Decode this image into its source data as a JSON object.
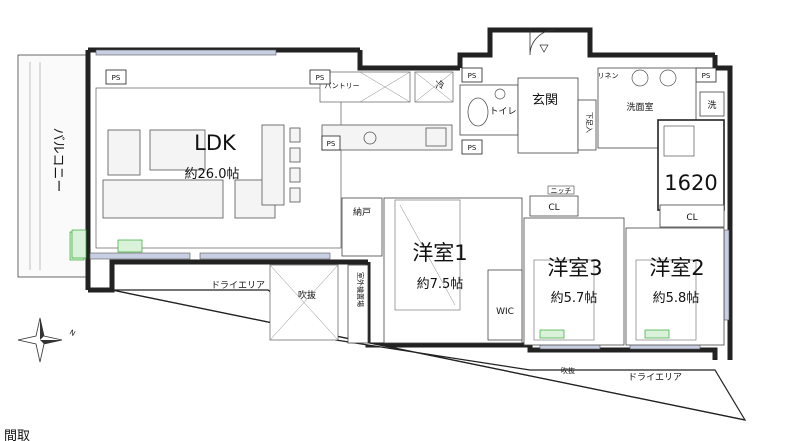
{
  "rooms": {
    "ldk": {
      "name": "LDK",
      "size": "約26.0帖"
    },
    "room1": {
      "name": "洋室1",
      "size": "約7.5帖"
    },
    "room2": {
      "name": "洋室2",
      "size": "約5.8帖"
    },
    "room3": {
      "name": "洋室3",
      "size": "約5.7帖"
    },
    "bath": "1620"
  },
  "labels": {
    "balcony": "バルコニー",
    "entrance": "玄関",
    "toilet": "トイレ",
    "washroom": "洗面室",
    "wash": "洗",
    "storage": "納戸",
    "wic": "WIC",
    "cl": "CL",
    "dry_area": "ドライエリア",
    "void": "吹抜",
    "void_small": "吹抜",
    "outdoor_unit": "室外機置場",
    "shoe_closet": "下足入",
    "pantry": "パントリー",
    "fridge": "冷",
    "linen": "リネン",
    "niche": "ニッチ",
    "ps": "PS",
    "footer_fragment": "間取"
  },
  "colors": {
    "wall": "#222222",
    "window": "#c9cfe2",
    "green_marker": "#3aaa3a"
  }
}
